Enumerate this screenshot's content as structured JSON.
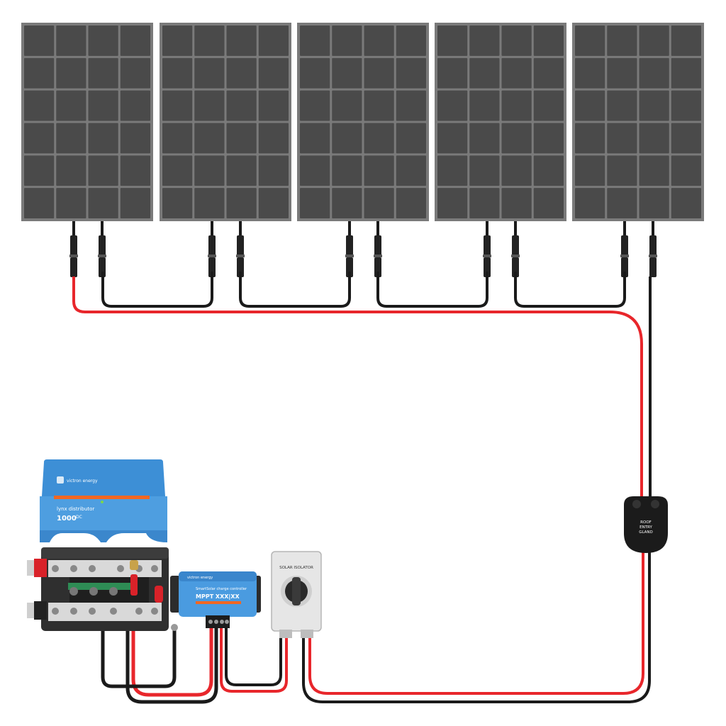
{
  "panels": [
    {
      "name": "solar-panel-1"
    },
    {
      "name": "solar-panel-2"
    },
    {
      "name": "solar-panel-3"
    },
    {
      "name": "solar-panel-4"
    },
    {
      "name": "solar-panel-5"
    }
  ],
  "roof_entry_gland": {
    "line1": "ROOF",
    "line2": "ENTRY",
    "line3": "GLAND"
  },
  "solar_isolator": {
    "label": "SOLAR ISOLATOR"
  },
  "lynx_distributor": {
    "brand": "victron energy",
    "product": "lynx distributor",
    "rating": "1000",
    "rating_unit": "DC"
  },
  "mppt": {
    "brand": "victron energy",
    "product": "SmartSolar charge controller",
    "model": "MPPT XXX|XX"
  },
  "colors": {
    "positive_wire": "#e8262b",
    "negative_wire": "#1a1a1a",
    "panel_cell": "#4a4a4a",
    "panel_frame": "#7a7a7a",
    "victron_blue": "#3d8fd6"
  }
}
